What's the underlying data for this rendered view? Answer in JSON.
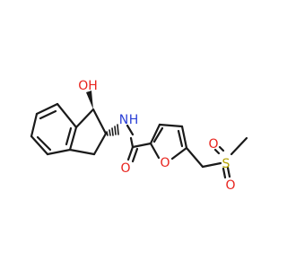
{
  "molecule": {
    "atoms": {
      "hydroxyl": "OH",
      "amide_nh": "N",
      "amide_nh_h": "H",
      "carbonyl_o": "O",
      "furan_o": "O",
      "sulfur": "S",
      "sulfonyl_o_top": "O",
      "sulfonyl_o_bottom": "O"
    },
    "colors": {
      "bond": "#1a1a1a",
      "oxygen": "#e8221c",
      "nitrogen": "#2a3fd6",
      "sulfur": "#b5a100"
    }
  }
}
